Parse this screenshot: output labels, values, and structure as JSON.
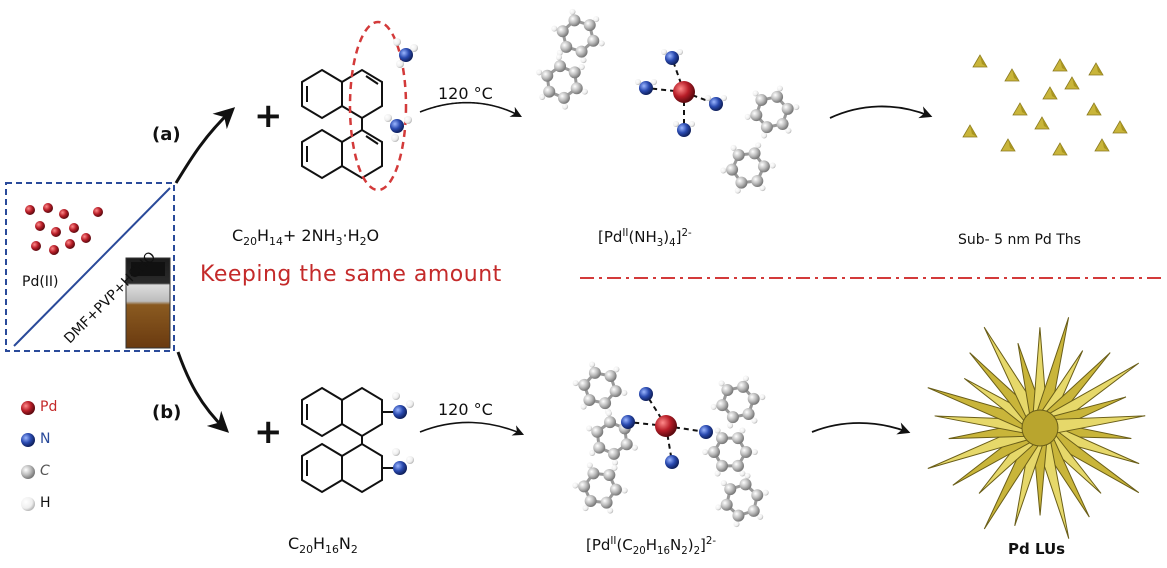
{
  "start_box": {
    "pd_label": "Pd(II)",
    "reagent_label": "DMF+PVP+HCHO"
  },
  "route_a": {
    "marker": "(a)",
    "plus": "+",
    "temperature": "120 °C",
    "ligand_formula": {
      "c": "C",
      "c_sub": "20",
      "h": "H",
      "h_sub": "14",
      "rest": "+ 2NH",
      "n_sub": "3",
      "tail": "·H",
      "h2_sub": "2",
      "o": "O"
    },
    "complex_formula": {
      "open": "[Pd",
      "ox": "II",
      "mid": "(NH",
      "n_sub": "3",
      "close": ")",
      "count": "4",
      "bracket": "]",
      "charge": "2-"
    },
    "product": "Sub- 5 nm Pd Ths"
  },
  "divider_text": "Keeping the same amount",
  "route_b": {
    "marker": "(b)",
    "plus": "+",
    "temperature": "120 °C",
    "ligand_formula": {
      "c": "C",
      "c_sub": "20",
      "h": "H",
      "h_sub": "16",
      "n": "N",
      "n_sub": "2"
    },
    "complex_formula": {
      "open": "[Pd",
      "ox": "II",
      "mid": "(C",
      "c_sub": "20",
      "h": "H",
      "h_sub": "16",
      "n": "N",
      "n_sub": "2",
      "close": ")",
      "count": "2",
      "bracket": "]",
      "charge": "2-"
    },
    "product": "Pd LUs"
  },
  "legend": [
    {
      "symbol": "Pd",
      "color": "#c42a2a"
    },
    {
      "symbol": "N",
      "color": "#2a4ab0"
    },
    {
      "symbol": "C",
      "color": "#888888"
    },
    {
      "symbol": "H",
      "color": "#d8eef0"
    }
  ],
  "colors": {
    "pd_atom": "#b81e28",
    "n_atom": "#2a4ab0",
    "c_atom": "#bdbdbd",
    "h_atom": "#f4f4f4",
    "accent_red": "#d33a3a",
    "box_blue": "#2a4a9a",
    "gold": "#c9b53a"
  }
}
